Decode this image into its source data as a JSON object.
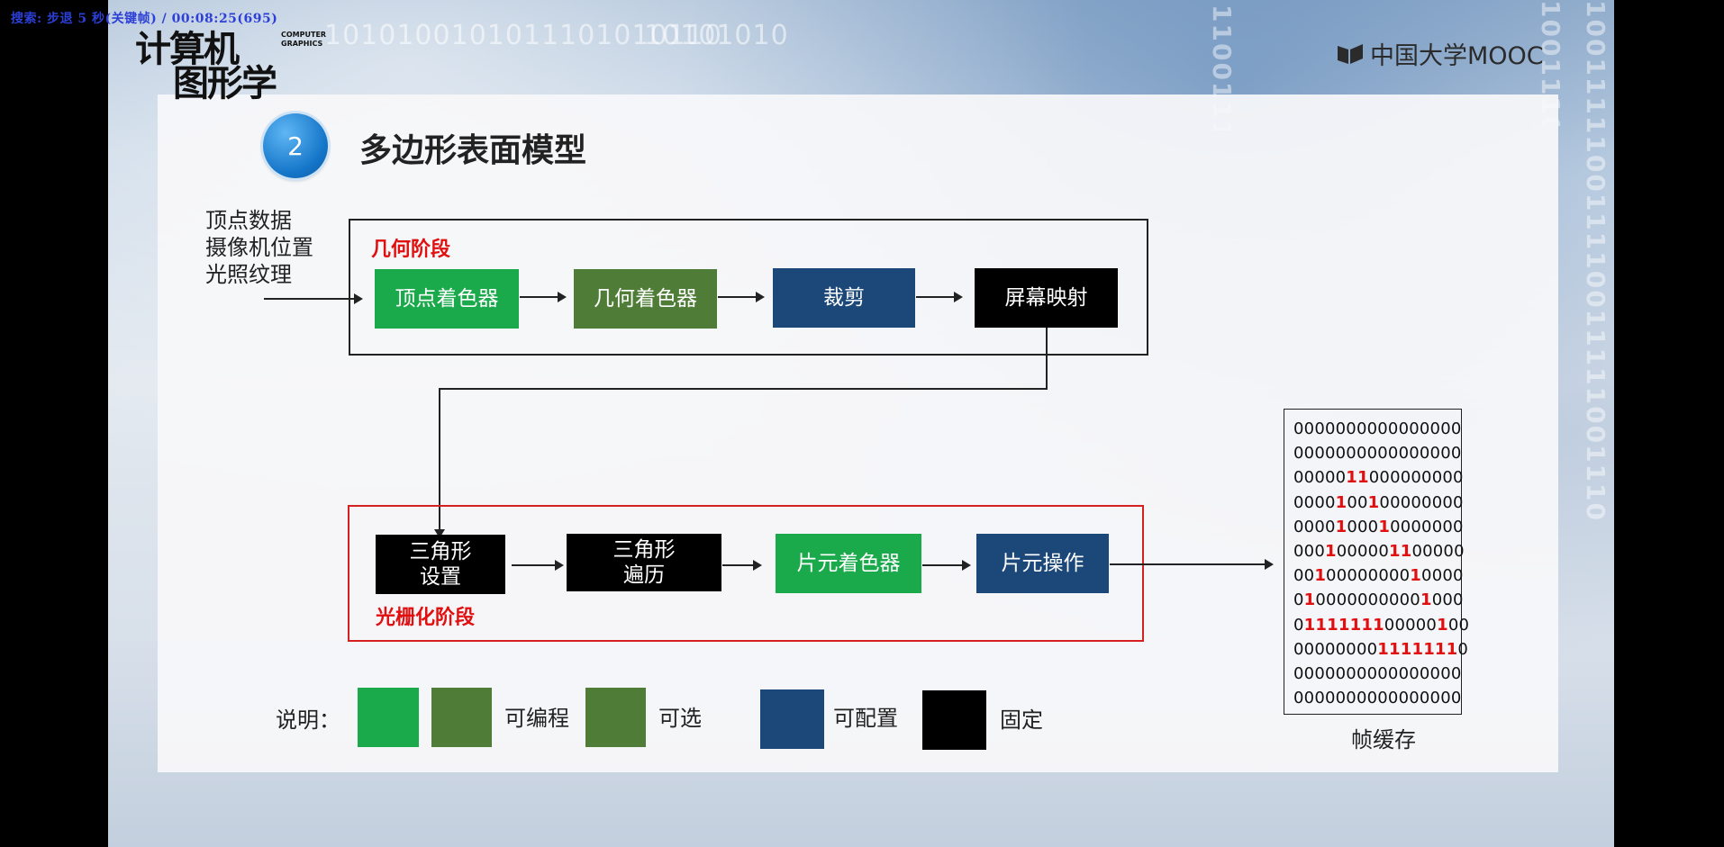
{
  "overlay_text": "搜索: 步退 5 秒(关键帧) / 00:08:25(695)",
  "logo": {
    "line1": "计算机",
    "line2": "图形学",
    "sub": "COMPUTER GRAPHICS"
  },
  "mooc_brand": "中国大学MOOC",
  "background_bits": [
    "1010100101011101010110",
    "10101010",
    "1010101"
  ],
  "section_number": "2",
  "title": "多边形表面模型",
  "inputs": [
    "顶点数据",
    "摄像机位置",
    "光照纹理"
  ],
  "geometry_stage": {
    "label": "几何阶段",
    "boxes": [
      "顶点着色器",
      "几何着色器",
      "裁剪",
      "屏幕映射"
    ]
  },
  "raster_stage": {
    "label": "光栅化阶段",
    "boxes": [
      "三角形\n设置",
      "三角形\n遍历",
      "片元着色器",
      "片元操作"
    ]
  },
  "framebuffer": {
    "label": "帧缓存",
    "rows": [
      "0000000000000000",
      "0000000000000000",
      "0000011000000000",
      "0000100100000000",
      "0000100010000000",
      "0001000001100000",
      "0010000000010000",
      "0100000000001000",
      "0111111100000100",
      "0000000011111110",
      "0000000000000000",
      "0000000000000000"
    ],
    "highlight_color": "#e01010"
  },
  "legend": {
    "prefix": "说明：",
    "programmable": "可编程",
    "optional": "可选",
    "configurable": "可配置",
    "fixed": "固定"
  },
  "colors": {
    "programmable": "#1aaa4b",
    "optional": "#4f7d37",
    "configurable": "#1b4878",
    "fixed": "#000000",
    "stage_label": "#e01010"
  }
}
